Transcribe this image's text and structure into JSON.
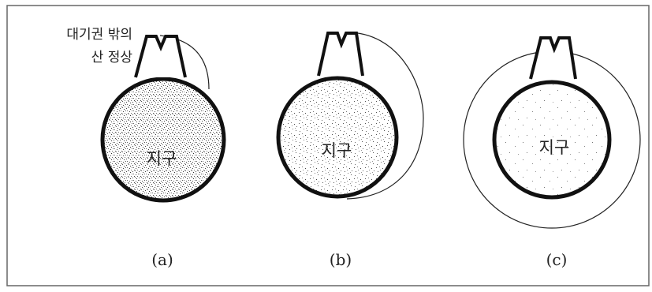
{
  "annotation": {
    "line1": "대기권 밖의",
    "line2": "산 정상"
  },
  "panels": [
    {
      "earth_label": "지구",
      "caption": "(a)"
    },
    {
      "earth_label": "지구",
      "caption": "(b)"
    },
    {
      "earth_label": "지구",
      "caption": "(c)"
    }
  ]
}
